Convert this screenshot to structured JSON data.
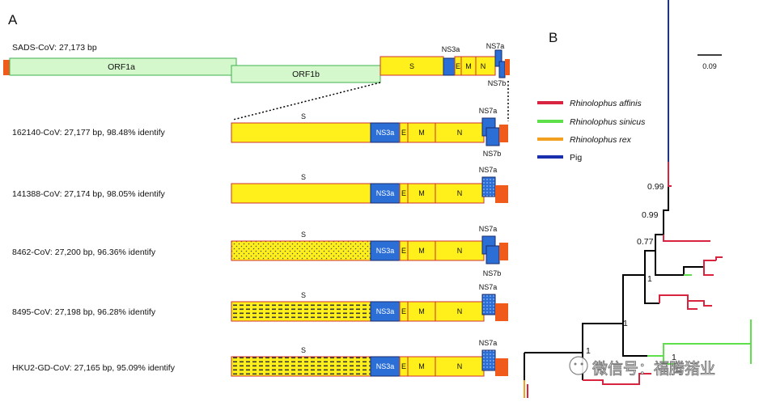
{
  "panel_a_label": "A",
  "panel_b_label": "B",
  "sads": {
    "title": "SADS-CoV: 27,173 bp",
    "orf1a": "ORF1a",
    "orf1b": "ORF1b",
    "s": "S",
    "ns3a": "NS3a",
    "e": "E",
    "m": "M",
    "n": "N",
    "ns7a": "NS7a",
    "ns7b": "NS7b"
  },
  "strains": [
    {
      "label": "162140-CoV: 27,177 bp, 98.48% identify",
      "s": "S",
      "ns3a": "NS3a",
      "e": "E",
      "m": "M",
      "n": "N",
      "ns7a": "NS7a",
      "ns7b": "NS7b"
    },
    {
      "label": "141388-CoV: 27,174 bp, 98.05% identify",
      "s": "S",
      "ns3a": "NS3a",
      "e": "E",
      "m": "M",
      "n": "N",
      "ns7a": "NS7a"
    },
    {
      "label": "8462-CoV: 27,200 bp, 96.36% identify",
      "s": "S",
      "ns3a": "NS3a",
      "e": "E",
      "m": "M",
      "n": "N",
      "ns7a": "NS7a",
      "ns7b": "NS7b"
    },
    {
      "label": "8495-CoV: 27,198 bp, 96.28% identify",
      "s": "S",
      "ns3a": "NS3a",
      "e": "E",
      "m": "M",
      "n": "N",
      "ns7a": "NS7a"
    },
    {
      "label": "HKU2-GD-CoV: 27,165 bp, 95.09% identify",
      "s": "S",
      "ns3a": "NS3a",
      "e": "E",
      "m": "M",
      "n": "N",
      "ns7a": "NS7a"
    }
  ],
  "scale_bar": "0.09",
  "legend": [
    {
      "label": "Rhinolophus affinis",
      "color": "#d8243e"
    },
    {
      "label": "Rhinolophus sinicus",
      "color": "#5ee04a"
    },
    {
      "label": "Rhinolophus rex",
      "color": "#f2a020"
    },
    {
      "label": "Pig",
      "color": "#1a2fae"
    }
  ],
  "support": [
    "0.99",
    "0.99",
    "0.77",
    "1",
    "1",
    "1",
    "1"
  ],
  "watermark": "微信号：福腾猪业",
  "colors": {
    "gene_yellow": "#ffef1a",
    "gene_border": "#d23030",
    "orf_green": "#d4f7cc",
    "orf_border": "#3fb34f",
    "ns_blue": "#2b6fd6",
    "end_orange": "#f05a1a"
  }
}
